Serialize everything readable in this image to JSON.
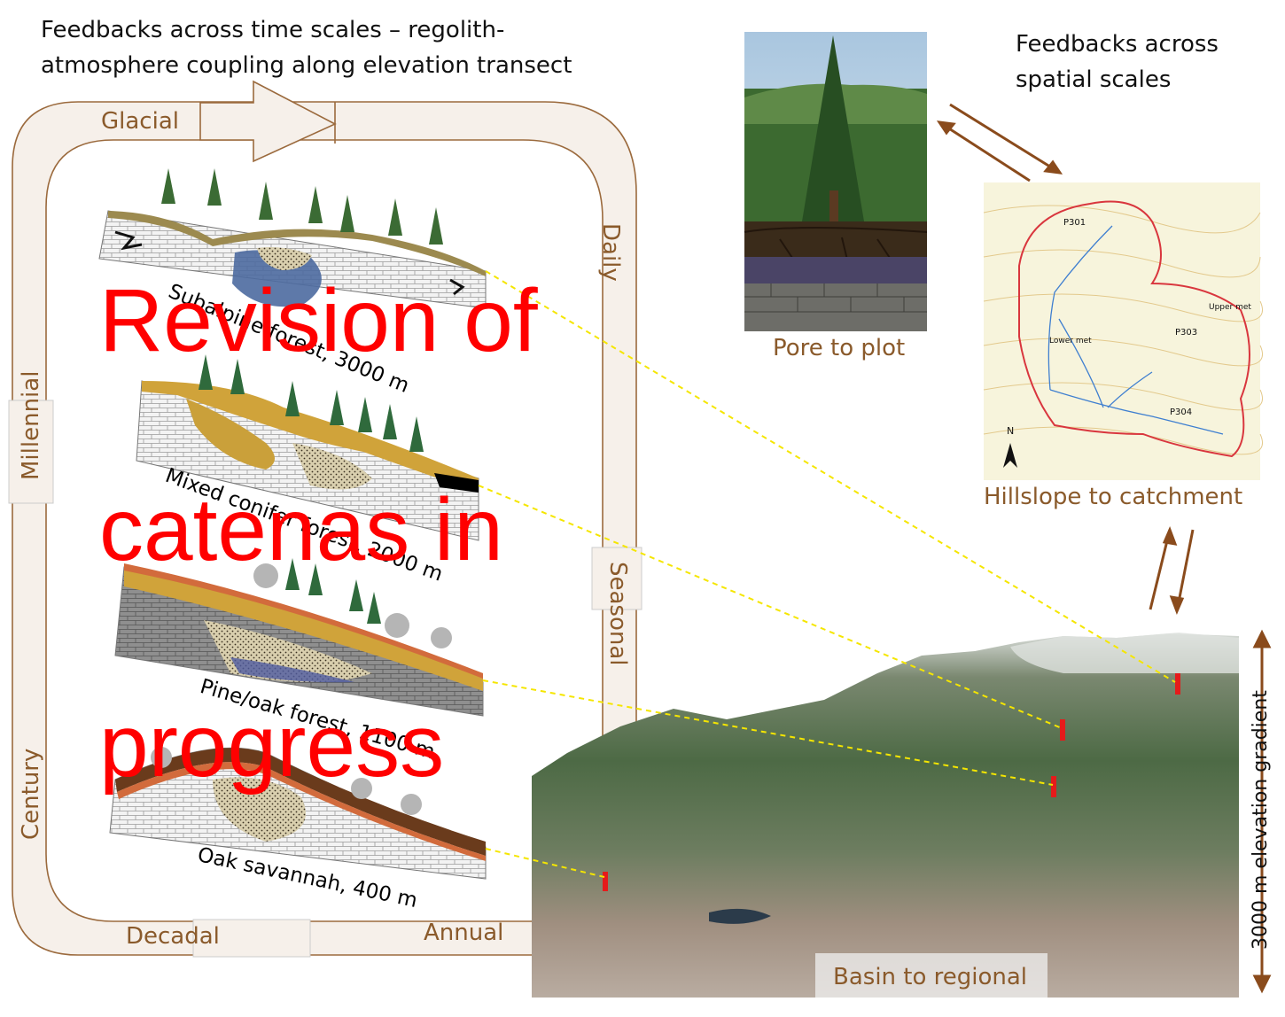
{
  "titles": {
    "left": "Feedbacks across time scales – regolith-atmosphere coupling along elevation transect",
    "right": "Feedbacks across spatial scales"
  },
  "time_scales": {
    "glacial": "Glacial",
    "daily": "Daily",
    "seasonal": "Seasonal",
    "annual": "Annual",
    "decadal": "Decadal",
    "century": "Century",
    "millennial": "Millennial"
  },
  "catenas": [
    {
      "label": "Subalpine forest, 3000 m"
    },
    {
      "label": "Mixed conifer forest, 2000 m"
    },
    {
      "label": "Pine/oak forest, 1100 m"
    },
    {
      "label": "Oak savannah, 400 m"
    }
  ],
  "overlay": {
    "line1": "Revision of",
    "line2": "catenas in",
    "line3": "progress"
  },
  "spatial_scales": {
    "pore_to_plot": "Pore to plot",
    "hillslope_to_catchment": "Hillslope to catchment",
    "basin_to_regional": "Basin to regional"
  },
  "map_labels": {
    "p301": "P301",
    "p303": "P303",
    "p304": "P304",
    "upper_met": "Upper met",
    "lower_met": "Lower met",
    "north": "N"
  },
  "elevation_gradient": "3000 m elevation gradient",
  "colors": {
    "arrow_brown": "#8a5a2b",
    "overlay_red": "#ff0000",
    "connector_yellow": "#f5e600",
    "catchment_boundary": "#d9363e",
    "stream_blue": "#3f7fd0"
  }
}
